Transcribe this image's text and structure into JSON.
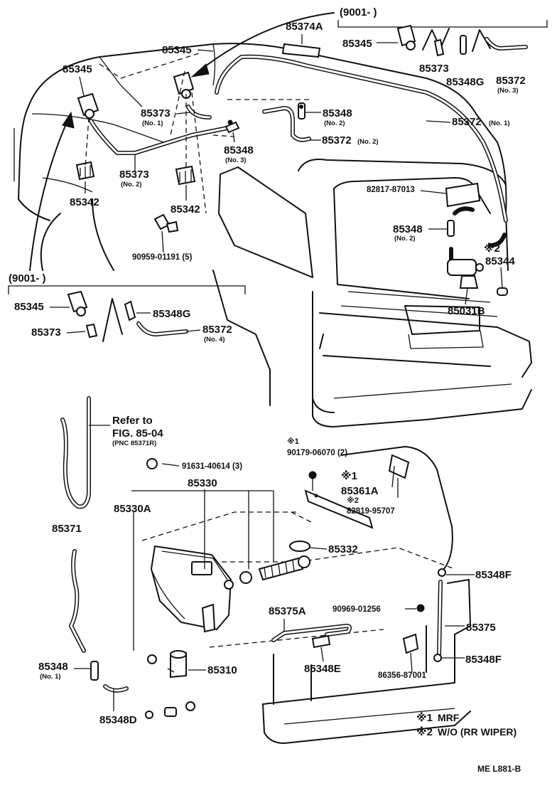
{
  "figure_code": "ME  L881-B",
  "inset_top": {
    "title": "(9001-      )",
    "labels": [
      "85345",
      "85373",
      "85348G",
      "85372",
      "(No. 3)"
    ]
  },
  "inset_left": {
    "title": "(9001-      )",
    "labels": [
      "85345",
      "85348G",
      "85373",
      "85372",
      "(No. 4)"
    ]
  },
  "top_labels": {
    "l85374a": "85374A",
    "l85345_a": "85345",
    "l85345_b": "85345",
    "l85373_a": "85373",
    "l85373_a_sub": "(No. 1)",
    "l85373_b": "85373",
    "l85373_b_sub": "(No. 2)",
    "l85348_a": "85348",
    "l85348_a_sub": "(No. 2)",
    "l85372_n2": "85372",
    "l85372_n2_sub": "(No. 2)",
    "l85372_n1": "85372",
    "l85372_n1_sub": "(No. 1)",
    "l85348_n3": "85348",
    "l85348_n3_sub": "(No. 3)",
    "l85342_a": "85342",
    "l85342_b": "85342",
    "l82817": "82817-87013",
    "l85348_n2b": "85348",
    "l85348_n2b_sub": "(No. 2)",
    "l90959": "90959-01191 (5)",
    "l_x2": "※2",
    "l85344": "85344",
    "l85031b": "85031B"
  },
  "bottom_labels": {
    "refer_line1": "Refer to",
    "refer_line2": "FIG. 85-04",
    "refer_line3": "(PNC 85371R)",
    "l91631": "91631-40614 (3)",
    "l_x1a": "※1",
    "l90179": "90179-06070 (2)",
    "l85330": "85330",
    "l_x1b": "※1",
    "l85361a": "85361A",
    "l_x2b": "※2",
    "l82819": "82819-95707",
    "l85330a": "85330A",
    "l85371": "85371",
    "l85332": "85332",
    "l85348f_a": "85348F",
    "l90969": "90969-01256",
    "l85375a": "85375A",
    "l85375": "85375",
    "l85348": "85348",
    "l85348_sub": "(No. 1)",
    "l85310": "85310",
    "l85348e": "85348E",
    "l85348f_b": "85348F",
    "l86356": "86356-87001",
    "l85348d": "85348D"
  },
  "legend": [
    {
      "mark": "※1",
      "text": "MRF"
    },
    {
      "mark": "※2",
      "text": "W/O (RR WIPER)"
    }
  ]
}
